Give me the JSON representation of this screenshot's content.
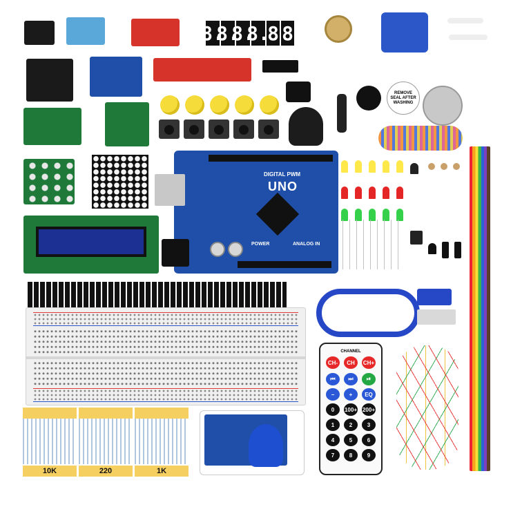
{
  "display": {
    "digits": [
      "8.",
      "8.",
      "8.",
      "8.",
      "8",
      "8"
    ]
  },
  "uno": {
    "brand": "DIGITAL PWM",
    "model": "UNO",
    "section_power": "POWER",
    "section_analog": "ANALOG IN"
  },
  "buzzer_sticker": {
    "text": "REMOVE SEAL AFTER WASHING"
  },
  "remote": {
    "header": "CHANNEL",
    "row1": [
      "CH-",
      "CH",
      "CH+"
    ],
    "row2": [
      "⏮",
      "⏭",
      "⏯"
    ],
    "row3": [
      "−",
      "+",
      "EQ"
    ],
    "row4": [
      "0",
      "100+",
      "200+"
    ],
    "row5": [
      "1",
      "2",
      "3"
    ],
    "row6": [
      "4",
      "5",
      "6"
    ],
    "row7": [
      "7",
      "8",
      "9"
    ]
  },
  "resistor_labels": [
    "10K",
    "220",
    "1K"
  ],
  "colors": {
    "pcb_blue": "#1f4fa8",
    "pcb_green": "#1f7a3a",
    "pcb_red": "#d6332b",
    "pcb_black": "#1a1a1a"
  }
}
